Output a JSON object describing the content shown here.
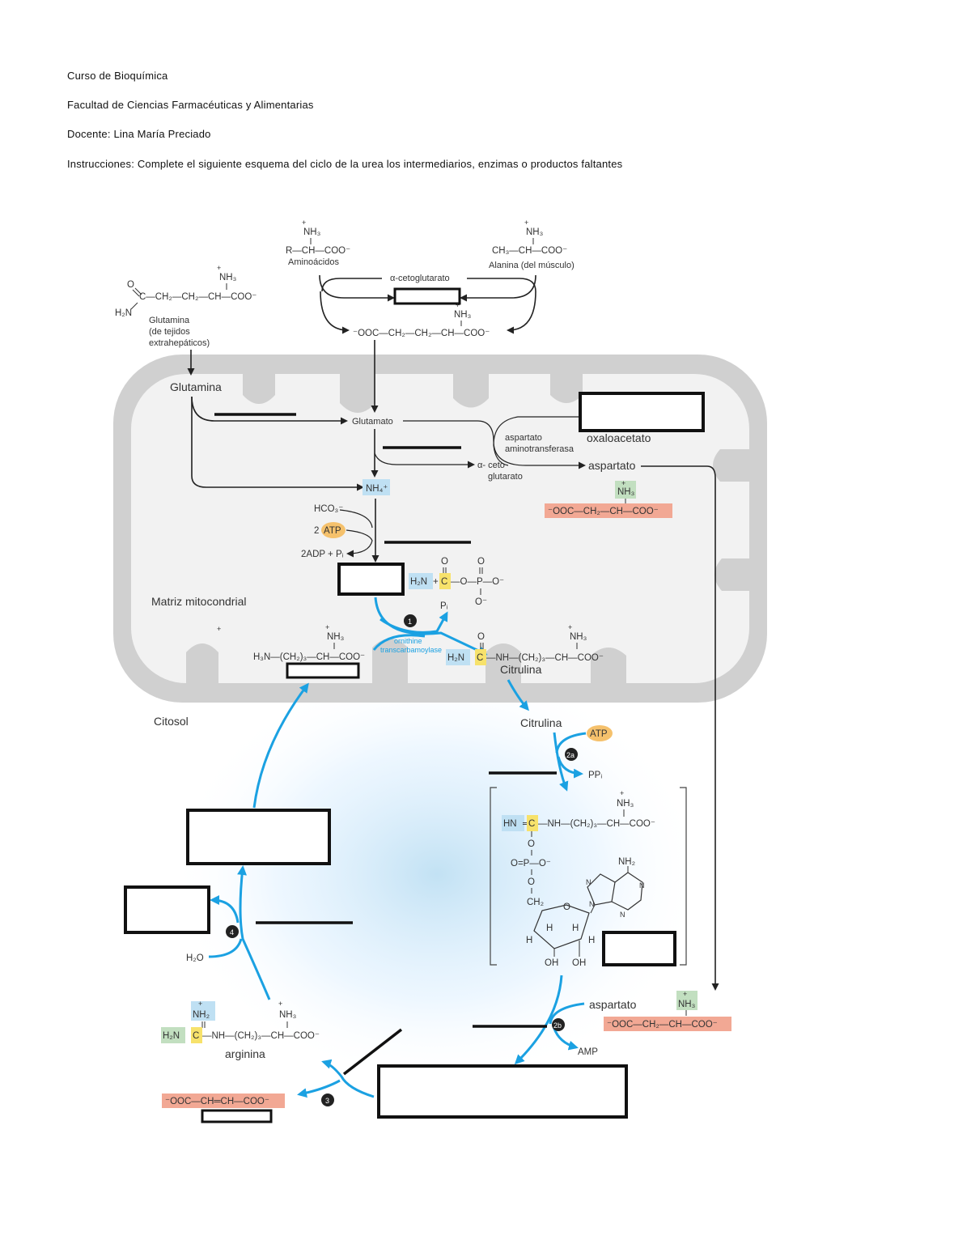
{
  "header": {
    "course": "Curso de Bioquímica",
    "faculty": "Facultad de Ciencias Farmacéuticas y Alimentarias",
    "teacher": "Docente: Lina María Preciado",
    "instructions": "Instrucciones: Complete el siguiente esquema del ciclo de la urea los intermediarios, enzimas o productos faltantes"
  },
  "diagram": {
    "regions": {
      "mitochondria": "Matriz mitocondrial",
      "cytosol": "Citosol"
    },
    "top": {
      "amino_acid_formula": "R—CH—COO⁻",
      "amino_acid_label": "Aminoácidos",
      "alanine_formula": "CH₃—CH—COO⁻",
      "alanine_label": "Alanina (del músculo)",
      "alpha_kg": "α-cetoglutarato",
      "glutamate_formula": "⁻OOC—CH₂—CH₂—CH—COO⁻",
      "glutamine_formula": "C—CH₂—CH₂—CH—COO⁻",
      "glutamine_label_1": "Glutamina",
      "glutamine_label_2": "(de tejidos",
      "glutamine_label_3": "extrahepáticos)",
      "nh3": "NH₃",
      "plus": "+",
      "o": "O",
      "h2n": "H₂N"
    },
    "matrix": {
      "glutamina": "Glutamina",
      "glutamato": "Glutamato",
      "asp_aminotransferase_1": "aspartato",
      "asp_aminotransferase_2": "aminotransferasa",
      "oxaloacetato": "oxaloacetato",
      "alpha_ceto_1": "α- ceto",
      "alpha_ceto_2": "glutarato",
      "aspartato": "aspartato",
      "aspartate_formula": "⁻OOC—CH₂—CH—COO⁻",
      "nh4": "NH₄⁺",
      "hco3": "HCO₃⁻",
      "two_atp_coef": "2",
      "atp": "ATP",
      "adp_pi": "2ADP + Pᵢ",
      "carbamoyl_h2n": "H₂N",
      "carbamoyl_c": "C",
      "carbamoyl_rest": "—O—P—O⁻",
      "o_minus": "O⁻",
      "pi": "Pᵢ",
      "step1": "1",
      "enzyme_otc_1": "ornithine",
      "enzyme_otc_2": "transcarbamoylase",
      "ornithine_formula": "H₃N—(CH₂)₃—CH—COO⁻",
      "citrulline_h2n": "H₂N",
      "citrulline_c": "C",
      "citrulline_rest": "—NH—(CH₂)₃—CH—COO⁻",
      "citrulina": "Citrulina"
    },
    "cytosol": {
      "citrulina": "Citrulina",
      "atp": "ATP",
      "step2a": "2a",
      "ppi": "PPᵢ",
      "intermediate_hn": "HN",
      "intermediate_c": "C",
      "intermediate_rest": "—NH—(CH₂)₃—CH—COO⁻",
      "phosphate": "O=P—O⁻",
      "ch2": "CH₂",
      "nh2": "NH₂",
      "n": "N",
      "h": "H",
      "oh": "OH",
      "aspartato": "aspartato",
      "aspartate_formula": "⁻OOC—CH₂—CH—COO⁻",
      "step2b": "2b",
      "amp": "AMP",
      "step3": "3",
      "fumarate_formula": "⁻OOC—CH═CH—COO⁻",
      "step4": "4",
      "h2o": "H₂O",
      "arginine_nh2": "NH₂",
      "arginine_h2n": "H₂N",
      "arginine_c": "C",
      "arginine_rest": "—NH—(CH₂)₃—CH—COO⁻",
      "arginina": "arginina"
    },
    "colors": {
      "membrane": "#d0d0d0",
      "matrix_bg": "#f2f2f2",
      "arrow_blue": "#1ba1e2",
      "highlight_blue": "#bfe0f3",
      "highlight_yellow": "#f7e26b",
      "highlight_green": "#c2dfc0",
      "highlight_red": "#f2a894",
      "atp_orange": "#f5c16c"
    }
  }
}
